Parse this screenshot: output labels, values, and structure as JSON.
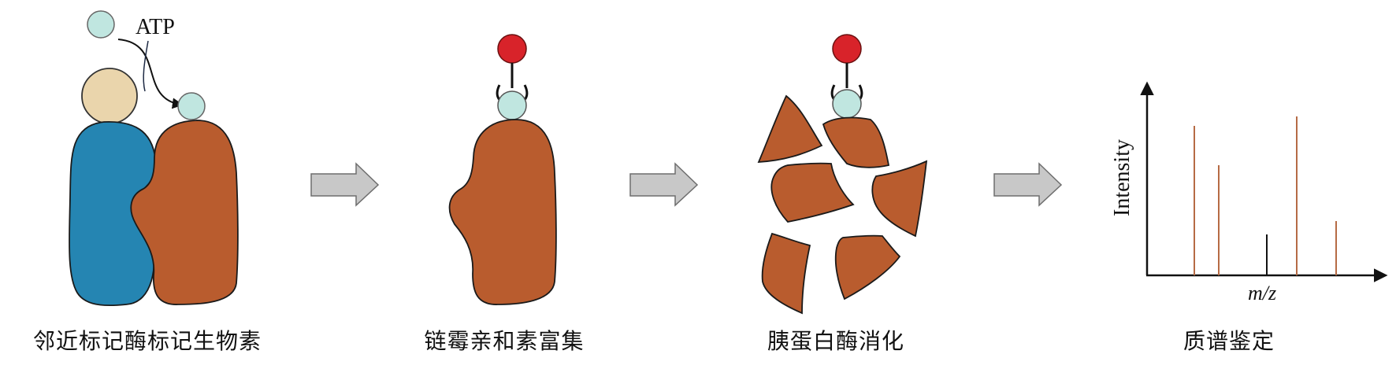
{
  "labels": {
    "atp": "ATP",
    "y_axis": "Intensity",
    "x_axis": "m/z"
  },
  "steps": [
    {
      "label": "邻近标记酶标记生物素"
    },
    {
      "label": "链霉亲和素富集"
    },
    {
      "label": "胰蛋白酶消化"
    },
    {
      "label": "质谱鉴定"
    }
  ],
  "colors": {
    "enzyme_blue": "#2585b2",
    "protein_orange": "#b95c2e",
    "head_tan": "#ead5ac",
    "atp_cyan": "#c0e6e0",
    "biotin_red": "#d8232a",
    "arrow_gray": "#c8c8c8",
    "peak_orange": "#b66b45",
    "peak_black": "#111111"
  }
}
